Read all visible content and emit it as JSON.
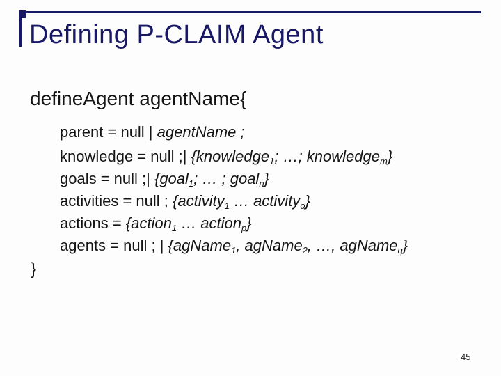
{
  "slide": {
    "title": "Defining P-CLAIM Agent",
    "page_number": "45"
  },
  "colors": {
    "accent_navy": "#181865",
    "body_text": "#141414",
    "background": "#fdfdfd"
  },
  "code": {
    "header": "defineAgent agentName{",
    "footer": "}",
    "lines": [
      {
        "segments": [
          {
            "t": "parent = null | "
          },
          {
            "t": "agentName ;",
            "i": true
          }
        ]
      },
      {
        "segments": [
          {
            "t": "knowledge = null ;| "
          },
          {
            "t": "{knowledge",
            "i": true
          },
          {
            "t": "1",
            "i": true,
            "sub": true
          },
          {
            "t": "; …; knowledge",
            "i": true
          },
          {
            "t": "m",
            "i": true,
            "sub": true
          },
          {
            "t": "}",
            "i": true
          }
        ]
      },
      {
        "segments": [
          {
            "t": "goals = null ;| "
          },
          {
            "t": "{goal",
            "i": true
          },
          {
            "t": "1",
            "i": true,
            "sub": true
          },
          {
            "t": "; … ; goal",
            "i": true
          },
          {
            "t": "n",
            "i": true,
            "sub": true
          },
          {
            "t": "}",
            "i": true
          }
        ]
      },
      {
        "segments": [
          {
            "t": "activities = null ; "
          },
          {
            "t": "{activity",
            "i": true
          },
          {
            "t": "1",
            "i": true,
            "sub": true
          },
          {
            "t": " … activity",
            "i": true
          },
          {
            "t": "o",
            "i": true,
            "sub": true
          },
          {
            "t": "}",
            "i": true
          }
        ]
      },
      {
        "segments": [
          {
            "t": "actions = "
          },
          {
            "t": "{action",
            "i": true
          },
          {
            "t": "1",
            "i": true,
            "sub": true
          },
          {
            "t": " … action",
            "i": true
          },
          {
            "t": "p",
            "i": true,
            "sub": true
          },
          {
            "t": "}",
            "i": true
          }
        ]
      },
      {
        "segments": [
          {
            "t": "agents = null ; | "
          },
          {
            "t": "{agName",
            "i": true
          },
          {
            "t": "1",
            "i": true,
            "sub": true
          },
          {
            "t": ", agName",
            "i": true
          },
          {
            "t": "2",
            "i": true,
            "sub": true
          },
          {
            "t": ", …, agName",
            "i": true
          },
          {
            "t": "q",
            "i": true,
            "sub": true
          },
          {
            "t": "}",
            "i": true
          }
        ]
      }
    ]
  }
}
